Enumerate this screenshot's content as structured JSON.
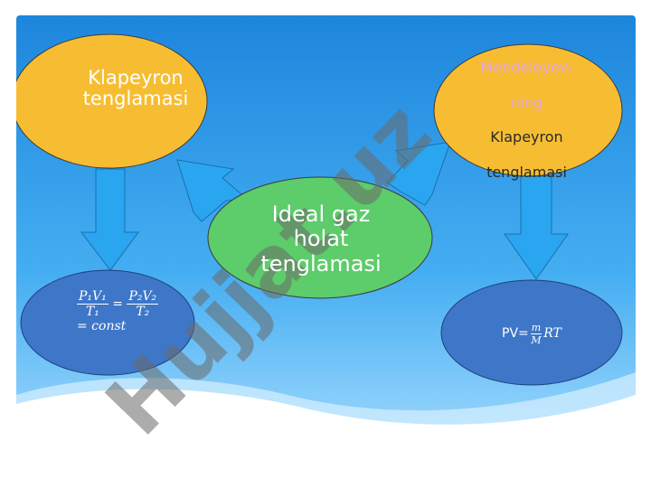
{
  "colors": {
    "bg_top": "#1f8fe0",
    "bg_bottom": "#a6dcff",
    "node_orange": "#f7bd32",
    "node_green": "#5dcc6a",
    "node_blue": "#3e76c8",
    "arrow": "#2aa6f0",
    "watermark": "#6a6a6a"
  },
  "nodes": {
    "left_top": {
      "text": "Klapeyron\ntenglamasi"
    },
    "right_top": {
      "line1": "Mendeleyev-",
      "line2": "ning",
      "line3": "Klapeyron",
      "line4": "tenglamasi"
    },
    "center": {
      "text": "Ideal  gaz\nholat\ntenglamasi"
    },
    "left_bottom": {
      "num1": "P₁V₁",
      "den1": "T₁",
      "equals": "=",
      "num2": "P₂V₂",
      "den2": "T₂",
      "const": "= const"
    },
    "right_bottom": {
      "prefix": "PV=",
      "num": "m",
      "den": "M",
      "suffix": "RT"
    }
  },
  "watermark": {
    "text": "Hujjat.uz"
  }
}
